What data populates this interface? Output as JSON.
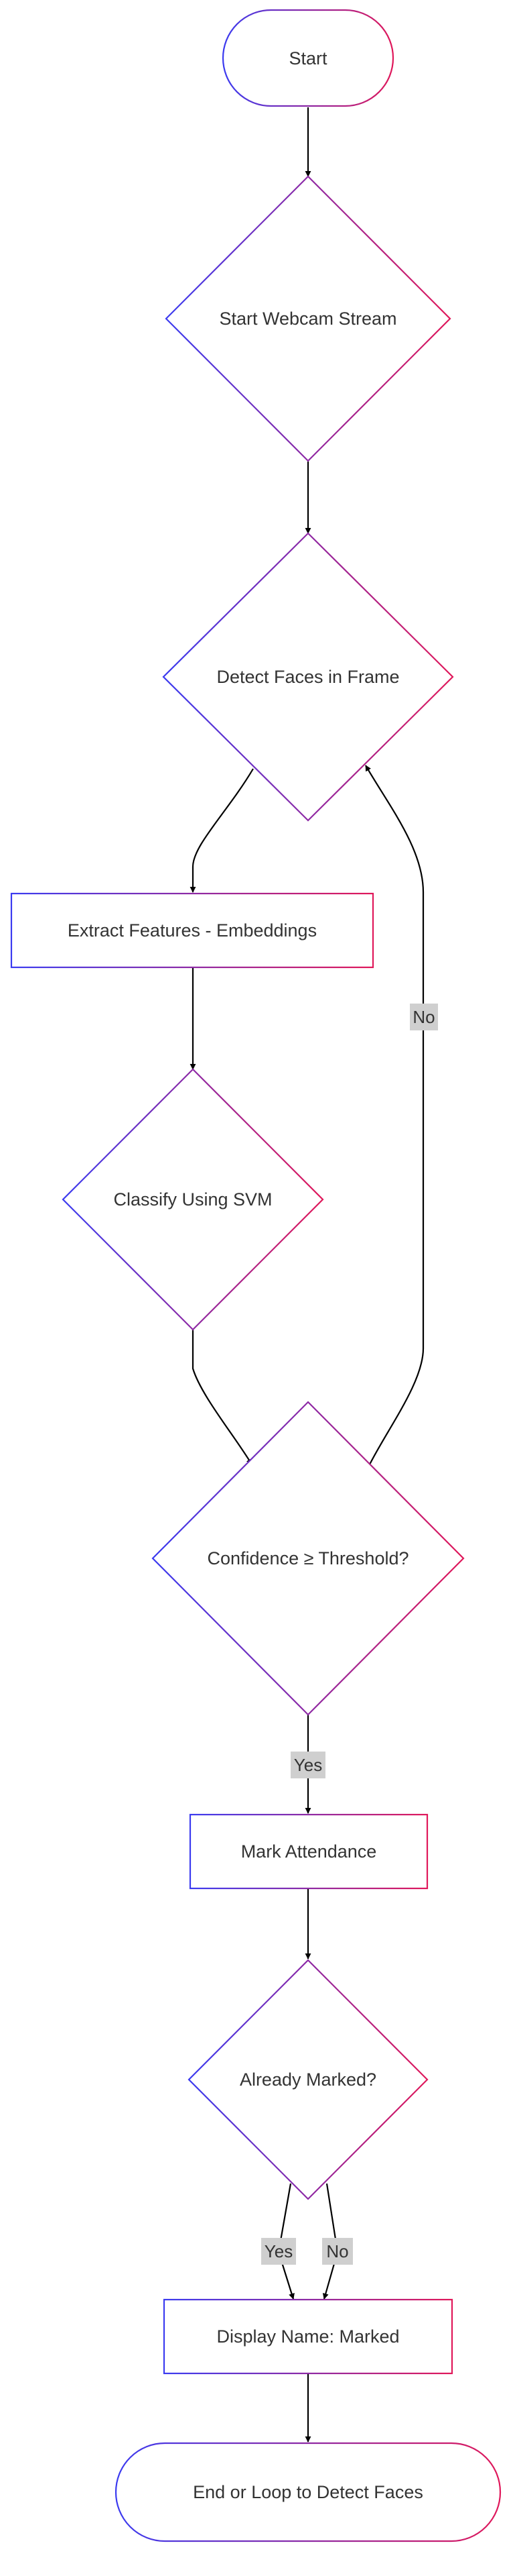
{
  "nodes": {
    "start": "Start",
    "webcam": "Start Webcam Stream",
    "detect": "Detect Faces in Frame",
    "extract": "Extract Features - Embeddings",
    "classify": "Classify Using SVM",
    "confidence": "Confidence ≥ Threshold?",
    "mark": "Mark Attendance",
    "already": "Already Marked?",
    "display": "Display Name: Marked",
    "end": "End or Loop to Detect Faces"
  },
  "edge_labels": {
    "no_loop": "No",
    "yes_confidence": "Yes",
    "yes_already": "Yes",
    "no_already": "No"
  },
  "colors": {
    "gradient_start": "#3b3bf0",
    "gradient_end": "#e0185a",
    "edge": "#000000",
    "label_bg": "#cfcfcf",
    "text": "#333333"
  }
}
